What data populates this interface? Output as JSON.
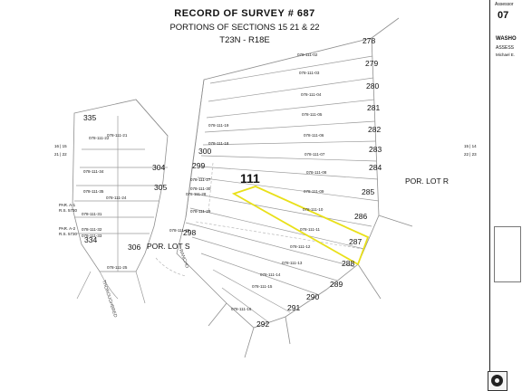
{
  "title": "RECORD OF SURVEY # 687",
  "subtitle": "PORTIONS OF SECTIONS 15 21 & 22",
  "township": "T23N - R18E",
  "corner_labels": {
    "side": "Assessor",
    "side_num": "07"
  },
  "highlight_color": "#e9e019",
  "lots": [
    {
      "num": "278",
      "apn": "078-111-02"
    },
    {
      "num": "279",
      "apn": "078-111-03"
    },
    {
      "num": "280",
      "apn": "078-111-04"
    },
    {
      "num": "281",
      "apn": "078-111-05"
    },
    {
      "num": "282",
      "apn": "078-111-06"
    },
    {
      "num": "283",
      "apn": "078-111-07"
    },
    {
      "num": "284",
      "apn": "078-111-08"
    },
    {
      "num": "285",
      "apn": "078-111-09"
    },
    {
      "num": "286",
      "apn": "078-111-10"
    },
    {
      "num": "287",
      "apn": "078-111-11"
    },
    {
      "num": "288",
      "apn": "078-111-12"
    },
    {
      "num": "289",
      "apn": "078-111-13"
    },
    {
      "num": "290",
      "apn": "078-111-14"
    },
    {
      "num": "291",
      "apn": "078-111-15"
    },
    {
      "num": "292",
      "apn": "078-111-16"
    },
    {
      "num": "298",
      "apn": "078-111-26"
    },
    {
      "num": "299",
      "apn": "078-111-28"
    },
    {
      "num": "300",
      "apn": "078-111-19"
    },
    {
      "num": "304",
      "apn": "078-111-21"
    },
    {
      "num": "305",
      "apn": "078-111-24"
    },
    {
      "num": "306",
      "apn": "078-111-25"
    },
    {
      "num": "334",
      "apn": "078-111-33"
    },
    {
      "num": "335",
      "apn": "078-111-22"
    }
  ],
  "labels": {
    "section_no": "111",
    "por_lot_r": "POR. LOT R",
    "por_lot_s": "POR. LOT S",
    "road_1": "THOROUGHBRED",
    "road_2": "RANCHO",
    "par_a1": "PAR. A-1",
    "par_a1_rs": "R.S. 5730",
    "par_a2": "PAR. A-2",
    "par_a2_rs": "R.S. 5730",
    "apn_34": "078-111-34",
    "apn_35": "078-111-35",
    "apn_30": "078-111-30",
    "apn_29": "078-111-29",
    "apn_27": "078-111-27",
    "apn_32": "078-111-32",
    "apn_31": "078-111-31",
    "apn_18": "078-111-18",
    "sec_16_15": "16 | 15",
    "sec_21_22_l": "21 | 22",
    "sec_15_14": "15 | 14",
    "sec_22_23": "22 | 23",
    "side_text_1": "WASHO",
    "side_text_2": "ASSESS",
    "side_text_3": "Michael E."
  }
}
